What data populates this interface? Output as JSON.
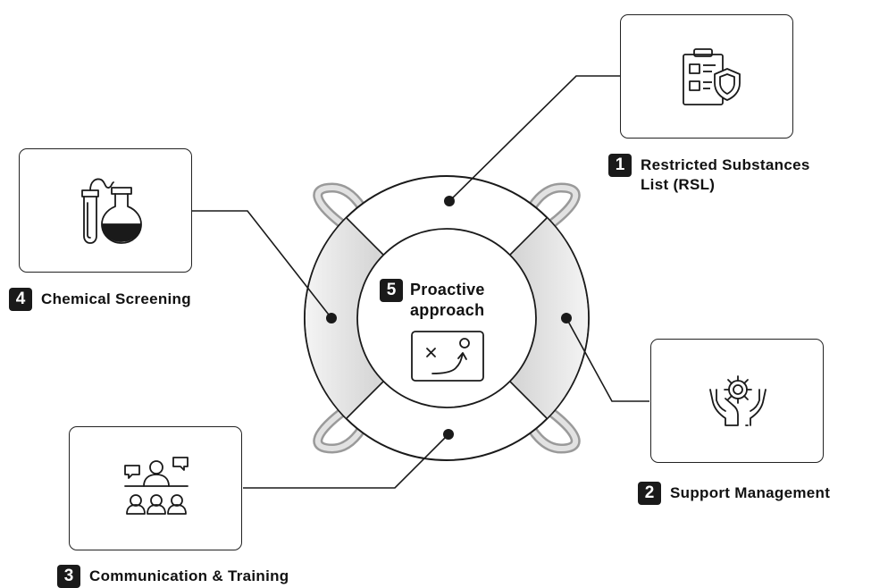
{
  "items": [
    {
      "number": "1",
      "text_line1": "Restricted Substances",
      "text_line2": "List (RSL)",
      "icon": "clipboard-shield-icon"
    },
    {
      "number": "2",
      "text": "Support Management",
      "icon": "hands-gear-icon"
    },
    {
      "number": "3",
      "text": "Communication & Training",
      "icon": "presenter-audience-icon"
    },
    {
      "number": "4",
      "text": "Chemical Screening",
      "icon": "flask-test-tube-icon"
    }
  ],
  "center": {
    "number": "5",
    "text_line1": "Proactive",
    "text_line2": "approach",
    "icon": "strategy-board-icon"
  },
  "colors": {
    "outline": "#1a1a1a",
    "ring_fill": "#ffffff",
    "ring_shade": "#d9d9d9",
    "handle": "#bdbdbd",
    "badge": "#1a1a1a"
  }
}
